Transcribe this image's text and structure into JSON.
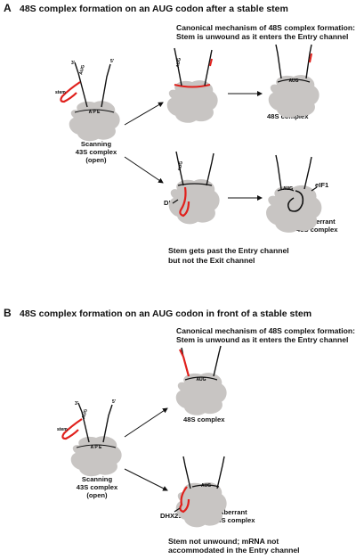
{
  "panel_a": {
    "letter": "A",
    "title": "48S complex formation on an AUG codon after a stable stem",
    "canonical_line1": "Canonical mechanism of 48S complex formation:",
    "canonical_line2": "Stem is unwound as it enters the Entry channel",
    "complex_48s": "48S complex",
    "scanning_line1": "Scanning",
    "scanning_line2": "43S complex",
    "scanning_line3": "(open)",
    "dhx29": "DHX29",
    "eif1": "eIF1",
    "aberrant_line1": "Aberrant",
    "aberrant_line2": "48S complex",
    "stem_past_line1": "Stem gets past the Entry channel",
    "stem_past_line2": "but not the Exit channel",
    "stem_label": "stem",
    "aug": "AUG",
    "ape": "A P E",
    "three_prime": "3'",
    "five_prime": "5'"
  },
  "panel_b": {
    "letter": "B",
    "title": "48S complex formation on an AUG codon in front of a stable stem",
    "canonical_line1": "Canonical mechanism of 48S complex formation:",
    "canonical_line2": "Stem is unwound as it enters the Entry channel",
    "complex_48s": "48S complex",
    "scanning_line1": "Scanning",
    "scanning_line2": "43S complex",
    "scanning_line3": "(open)",
    "dhx29": "DHX29",
    "aberrant_line1": "Aberrant",
    "aberrant_line2": "48S complex",
    "not_unwound_line1": "Stem not unwound; mRNA not",
    "not_unwound_line2": "accommodated in the Entry channel",
    "stem_label": "stem",
    "aug": "AUG",
    "ape": "A P E",
    "three_prime": "3'",
    "five_prime": "5'"
  },
  "colors": {
    "ribosome": "#c8c5c3",
    "stem": "#e0201c",
    "mrna": "#111111"
  }
}
